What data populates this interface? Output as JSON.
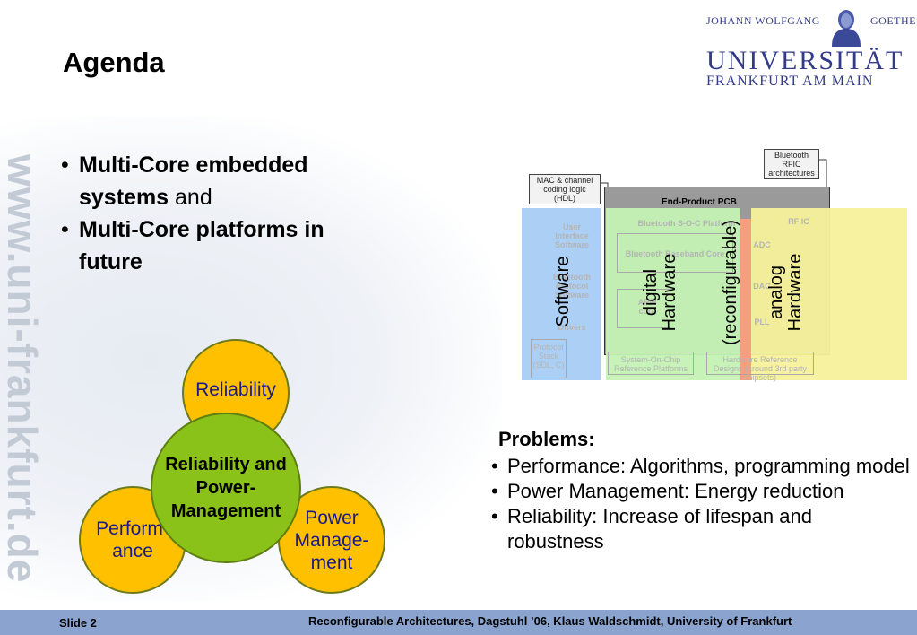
{
  "watermark": "www.uni-frankfurt.de",
  "title": "Agenda",
  "logo": {
    "founder": "JOHANN WOLFGANG",
    "goethe": "GOETHE",
    "university": "UNIVERSITÄT",
    "city": "FRANKFURT AM MAIN"
  },
  "bullets": [
    {
      "bold": "Multi-Core embedded systems",
      "rest": " and"
    },
    {
      "bold": "Multi-Core platforms in future",
      "rest": ""
    }
  ],
  "venn": {
    "reliability": "Reliability",
    "performance": "Perform- ance",
    "power": "Power Manage- ment",
    "center": "Reliability and Power- Management"
  },
  "diagram": {
    "mac_note": "MAC & channel coding logic (HDL)",
    "bluetooth_note": "Bluetooth RFIC architectures",
    "pcb": "End-Product PCB",
    "soc_label": "Bluetooth S-O-C Platform",
    "user_interface": "User Interface Software",
    "bt_protocol": "Bluetooth Protocol Software",
    "drivers": "Drivers",
    "baseband": "Bluetooth Baseband Core",
    "arm": "ARM core",
    "rf_ic": "RF IC",
    "adc": "ADC",
    "dac": "DAC",
    "pll": "PLL",
    "protocol_stack": "Protocol Stack (SDL, C)",
    "soc_ref": "System-On-Chip Reference Platforms",
    "hw_ref": "Hardware Reference Designs (around 3rd party chipsets)",
    "label_software": "Software",
    "label_digital": "digital Hardware",
    "label_reconf": "(reconfigurable)",
    "label_analog": "analog Hardware"
  },
  "problems": {
    "heading": "Problems:",
    "items": [
      "Performance: Algorithms, programming model",
      "Power Management: Energy reduction",
      "Reliability: Increase of lifespan and robustness"
    ]
  },
  "footer": {
    "slide": "Slide 2",
    "text": "Reconfigurable Architectures,  Dagstuhl ’06,  Klaus Waldschmidt,  University of Frankfurt"
  },
  "colors": {
    "orange": "#ffc000",
    "green": "#8bc21a",
    "footer": "#8aa4cf",
    "logo_blue": "#333a8a"
  }
}
